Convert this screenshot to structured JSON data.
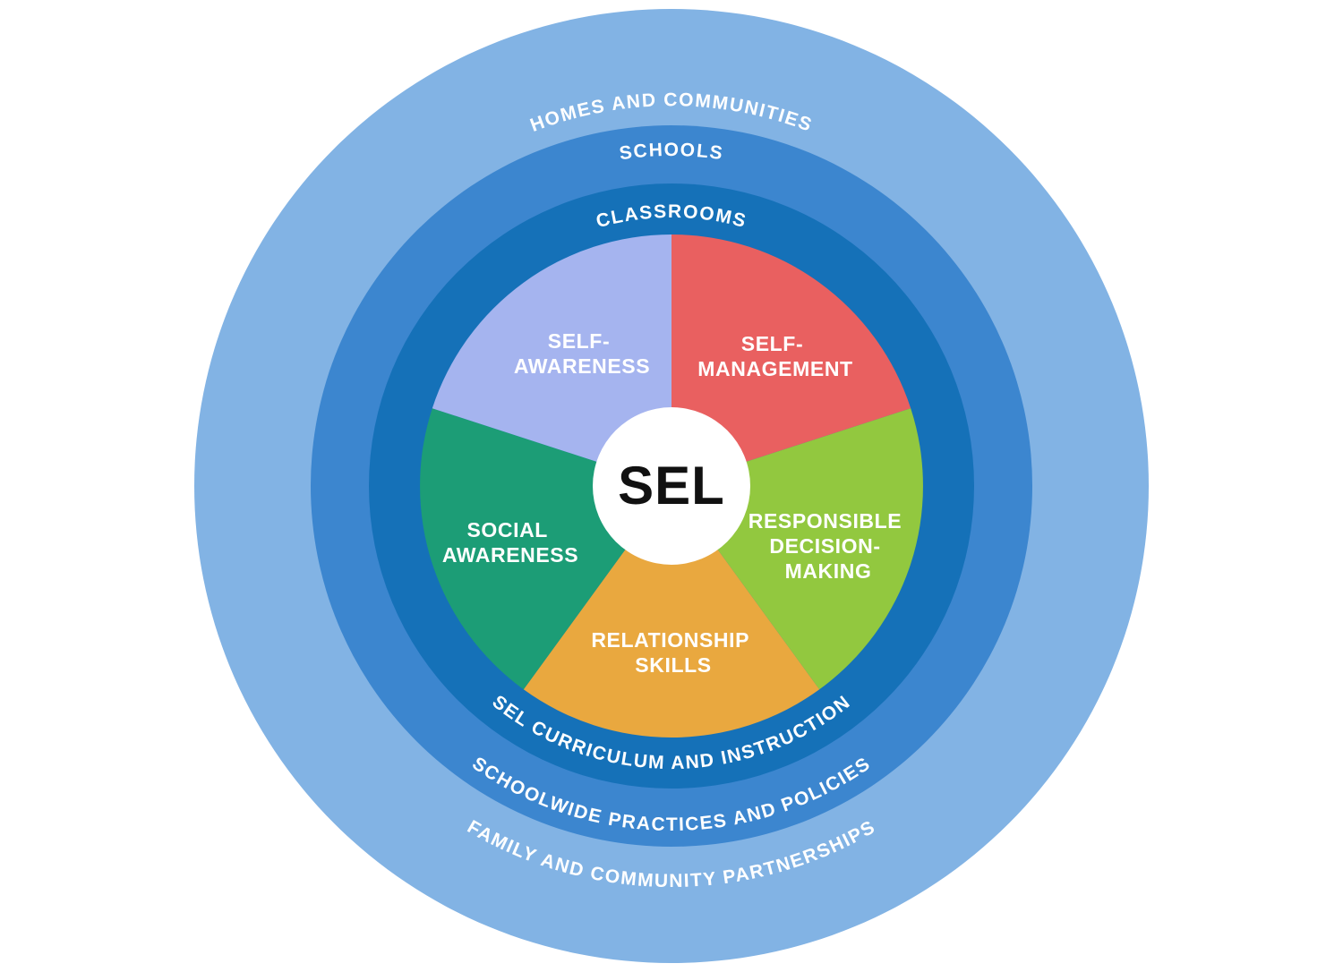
{
  "diagram": {
    "title": "SEL framework wheel",
    "center": {
      "label": "SEL",
      "bg_color": "#ffffff",
      "text_color": "#111111"
    },
    "rings": {
      "outer": {
        "top_label": "HOMES AND COMMUNITIES",
        "bottom_label": "FAMILY AND COMMUNITY PARTNERSHIPS",
        "color": "#82b3e4"
      },
      "middle": {
        "top_label": "SCHOOLS",
        "bottom_label": "SCHOOLWIDE PRACTICES AND POLICIES",
        "color": "#3c86cf"
      },
      "inner": {
        "top_label": "CLASSROOMS",
        "bottom_label": "SEL CURRICULUM AND INSTRUCTION",
        "color": "#1571b8"
      }
    },
    "competencies": [
      {
        "name": "self-management",
        "color": "#e96060",
        "lines": [
          "SELF-",
          "MANAGEMENT"
        ]
      },
      {
        "name": "responsible-decision-making",
        "color": "#92c83f",
        "lines": [
          "RESPONSIBLE",
          "DECISION-",
          "MAKING"
        ]
      },
      {
        "name": "relationship-skills",
        "color": "#e9a83f",
        "lines": [
          "RELATIONSHIP",
          "SKILLS"
        ]
      },
      {
        "name": "social-awareness",
        "color": "#1c9d76",
        "lines": [
          "SOCIAL",
          "AWARENESS"
        ]
      },
      {
        "name": "self-awareness",
        "color": "#a5b4ef",
        "lines": [
          "SELF-",
          "AWARENESS"
        ]
      }
    ],
    "label_text_color": "#ffffff"
  }
}
